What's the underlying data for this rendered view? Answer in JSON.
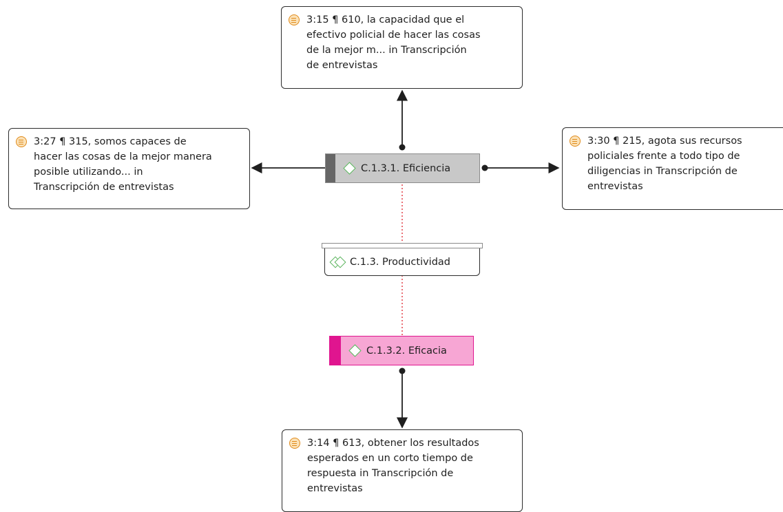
{
  "codes": {
    "eficiencia": {
      "label": "C.1.3.1. Eficiencia",
      "color": "#c8c8c8",
      "bar_color": "#666666"
    },
    "productividad": {
      "label": "C.1.3. Productividad"
    },
    "eficacia": {
      "label": "C.1.3.2. Eficacia",
      "color": "#f7a6d4",
      "bar_color": "#e0158f"
    }
  },
  "quotations": {
    "q_top": {
      "lines": [
        "3:15 ¶ 610, la capacidad que el",
        "efectivo policial de hacer las cosas",
        "de la mejor m... in Transcripción",
        "de entrevistas"
      ]
    },
    "q_left": {
      "lines": [
        "3:27 ¶ 315, somos capaces de",
        "hacer las cosas de la mejor manera",
        "posible utilizando... in",
        "Transcripción de entrevistas"
      ]
    },
    "q_right": {
      "lines": [
        "3:30 ¶ 215, agota sus recursos",
        "policiales frente a todo tipo de",
        "diligencias in Transcripción de",
        "entrevistas"
      ]
    },
    "q_bottom": {
      "lines": [
        "3:14 ¶ 613, obtener los resultados",
        "esperados en un corto tiempo de",
        "respuesta in Transcripción de",
        "entrevistas"
      ]
    }
  },
  "icons": {
    "quotation": "quotation-icon",
    "code": "code-diamond-icon",
    "code_group": "code-group-icon"
  },
  "colors": {
    "quotation_icon": "#e08a1a",
    "code_diamond": "#58b35a",
    "dotted_link": "#e0303a"
  }
}
